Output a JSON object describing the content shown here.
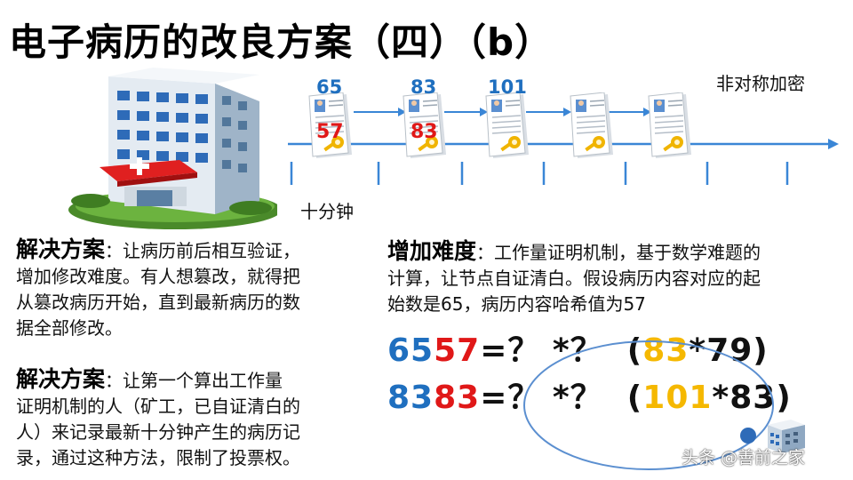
{
  "title": "电子病历的改良方案（四）（b）",
  "timeline": {
    "label_asymmetric": "非对称加密",
    "label_interval": "十分钟",
    "docs": [
      {
        "top_value": "65",
        "hash_value": "57"
      },
      {
        "top_value": "83",
        "hash_value": "83"
      },
      {
        "top_value": "101",
        "hash_value": ""
      },
      {
        "top_value": "",
        "hash_value": ""
      },
      {
        "top_value": "",
        "hash_value": ""
      }
    ]
  },
  "left": {
    "block1": {
      "heading": "解决方案",
      "lines": [
        "：让病历前后相互验证，",
        "增加修改难度。有人想篡改，就得把",
        "从篡改病历开始，直到最新病历的数",
        "据全部修改。"
      ]
    },
    "block2": {
      "heading": "解决方案",
      "lines": [
        "：让第一个算出工作量",
        "证明机制的人（矿工，已自证清白的",
        "人）来记录最新十分钟产生的病历记",
        "录，通过这种方法，限制了投票权。"
      ]
    }
  },
  "right": {
    "heading": "增加难度",
    "lines": [
      "：工作量证明机制，基于数学难题的",
      "计算，让节点自证清白。假设病历内容对应的起",
      "始数是65，病历内容哈希值为57"
    ],
    "eq1": {
      "a": "65",
      "b": "57",
      "mid": "=？ *？  (",
      "c": "83",
      "d": "*79)"
    },
    "eq2": {
      "a": "83",
      "b": "83",
      "mid": "=？ *？  (",
      "c": "101",
      "d": "*83)"
    }
  },
  "watermark": "头条 @善前之家",
  "colors": {
    "blue": "#1f6fbf",
    "red": "#e01818",
    "gold": "#f5b800",
    "arrow": "#3a86d6"
  }
}
